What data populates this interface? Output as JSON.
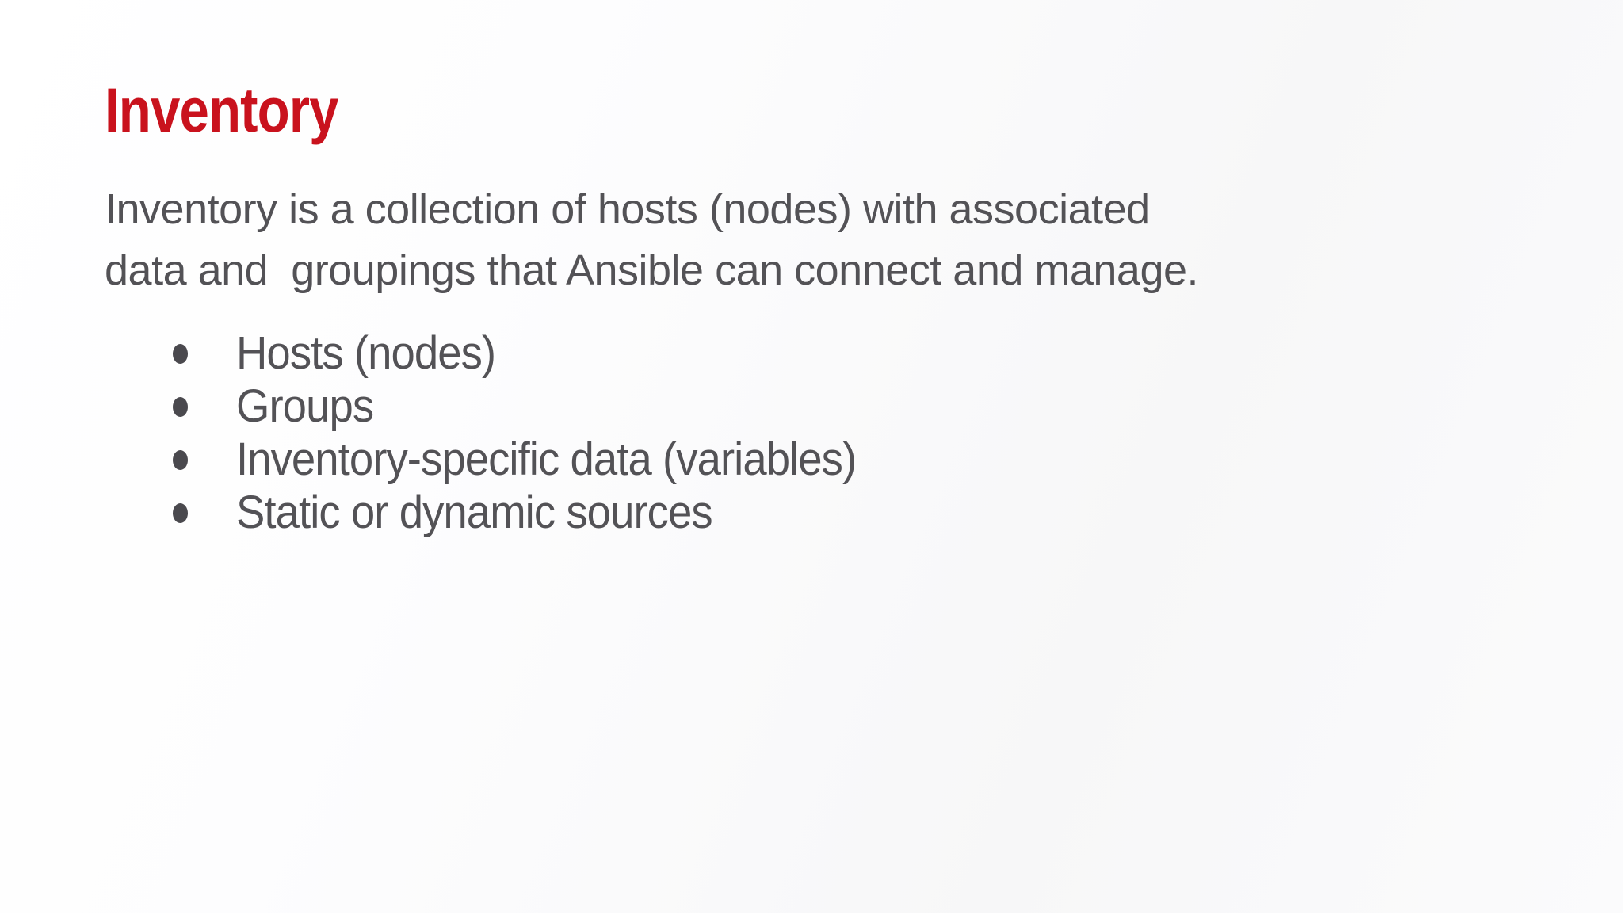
{
  "slide": {
    "title": "Inventory",
    "intro": {
      "lines": [
        "Inventory is a collection of hosts (nodes) with associated",
        "data and  groupings that Ansible can connect and manage."
      ]
    },
    "bullets": [
      {
        "label": "Hosts (nodes)"
      },
      {
        "label": "Groups"
      },
      {
        "label": "Inventory-specific data (variables)"
      },
      {
        "label": "Static or dynamic sources"
      }
    ],
    "colors": {
      "title_red": "#c9121d",
      "body_gray": "#535256",
      "bullet_dot": "#4a494e",
      "background": "#fbfbfc"
    }
  }
}
